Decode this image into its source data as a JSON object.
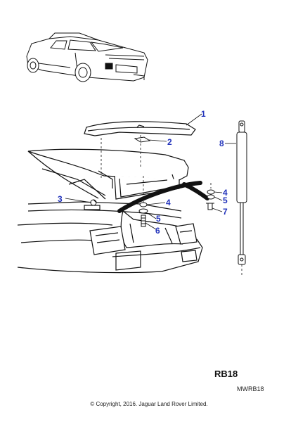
{
  "callouts": [
    {
      "id": "1",
      "label": "1"
    },
    {
      "id": "2",
      "label": "2"
    },
    {
      "id": "3",
      "label": "3"
    },
    {
      "id": "4a",
      "label": "4"
    },
    {
      "id": "4b",
      "label": "4"
    },
    {
      "id": "5a",
      "label": "5"
    },
    {
      "id": "5b",
      "label": "5"
    },
    {
      "id": "6",
      "label": "6"
    },
    {
      "id": "7",
      "label": "7"
    },
    {
      "id": "8",
      "label": "8"
    }
  ],
  "ref_code": "RB18",
  "diagram_code": "MWRB18",
  "copyright": "© Copyright, 2016. Jaguar Land Rover Limited.",
  "colors": {
    "callout": "#2233bb",
    "line": "#111111"
  }
}
